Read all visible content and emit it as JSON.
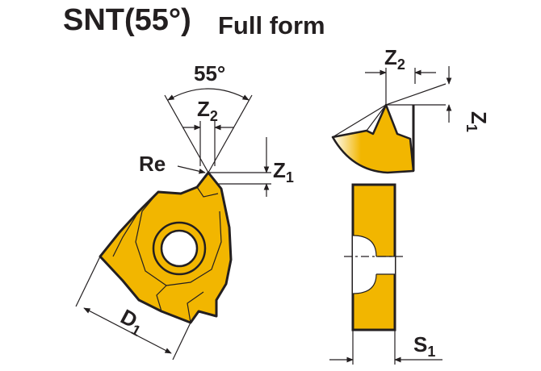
{
  "title": "SNT(55°)",
  "subtitle": "Full form",
  "labels": {
    "angle": "55°",
    "z2": "Z",
    "z2_sub": "2",
    "z1": "Z",
    "z1_sub": "1",
    "re": "Re",
    "d1": "D",
    "d1_sub": "1",
    "s1": "S",
    "s1_sub": "1"
  },
  "colors": {
    "insert_fill": "#f2b600",
    "outline": "#231f20",
    "background": "#ffffff"
  }
}
